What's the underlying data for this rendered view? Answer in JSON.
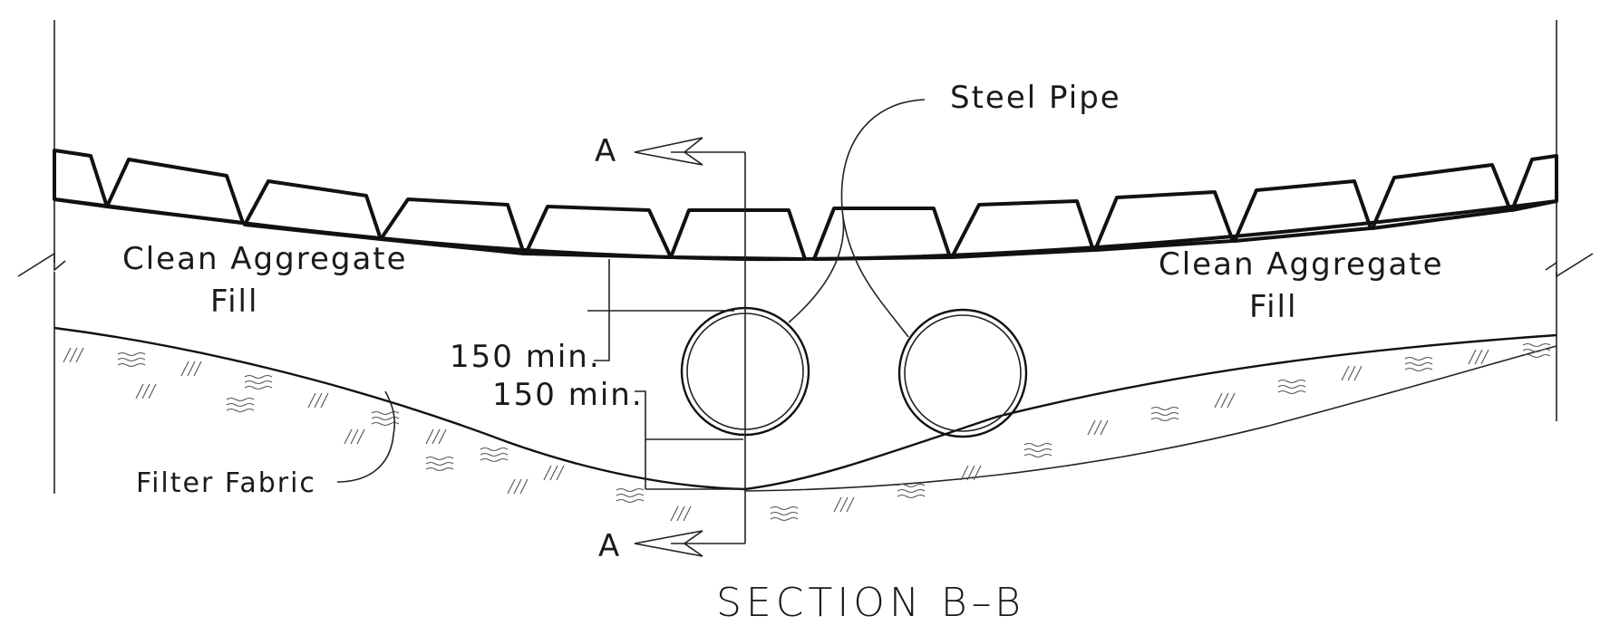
{
  "drawing": {
    "title": "SECTION B–B",
    "section_marker_top": "A",
    "section_marker_bottom": "A",
    "labels": {
      "steel_pipe": "Steel Pipe",
      "aggregate_left_line1": "Clean Aggregate",
      "aggregate_left_line2": "Fill",
      "aggregate_right_line1": "Clean Aggregate",
      "aggregate_right_line2": "Fill",
      "filter_fabric": "Filter Fabric",
      "dimension_upper": "150 min.",
      "dimension_lower": "150 min."
    },
    "colors": {
      "line": "#111111",
      "background": "#ffffff"
    }
  }
}
